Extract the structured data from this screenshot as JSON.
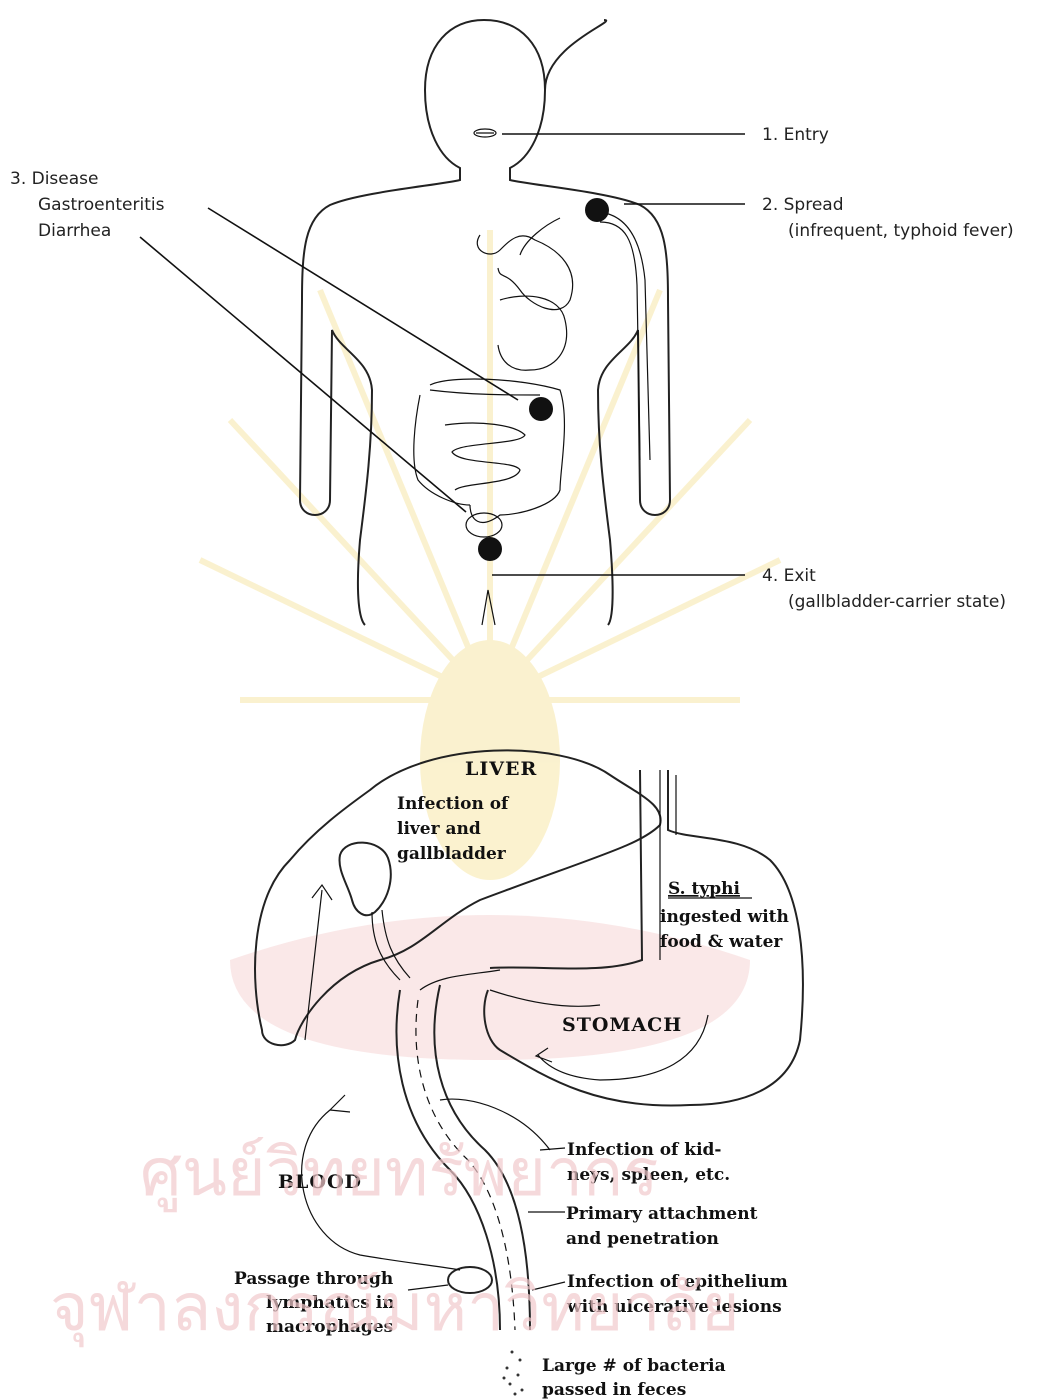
{
  "figure1": {
    "entry": "1. Entry",
    "spread": "2. Spread",
    "spread_note": "(infrequent, typhoid fever)",
    "disease": "3. Disease",
    "disease_gastro": "Gastroenteritis",
    "disease_diarrhea": "Diarrhea",
    "exit": "4. Exit",
    "exit_note": "(gallbladder-carrier state)"
  },
  "figure2": {
    "liver": "LIVER",
    "liver_infection_1": "Infection of",
    "liver_infection_2": "liver and",
    "liver_infection_3": "gallbladder",
    "organism": "S. typhi",
    "ingested_1": "ingested with",
    "ingested_2": "food & water",
    "stomach": "STOMACH",
    "blood": "BLOOD",
    "kidney_1": "Infection of kid-",
    "kidney_2": "neys, spleen, etc.",
    "primary_1": "Primary attachment",
    "primary_2": "and penetration",
    "lymph_1": "Passage through",
    "lymph_2": "lymphatics in",
    "lymph_3": "macrophages",
    "epithelium_1": "Infection of epithelium",
    "epithelium_2": "with ulcerative lesions",
    "feces_1": "Large # of bacteria",
    "feces_2": "passed in feces"
  },
  "watermark": {
    "line1": "ศูนย์วิทยทรัพยากร",
    "line2": "จุฬาลงกรณ์มหาวิทยาลัย"
  },
  "colors": {
    "watermark": "#f2c9cc",
    "seal": "#f7e7a8",
    "ink": "#111111"
  }
}
